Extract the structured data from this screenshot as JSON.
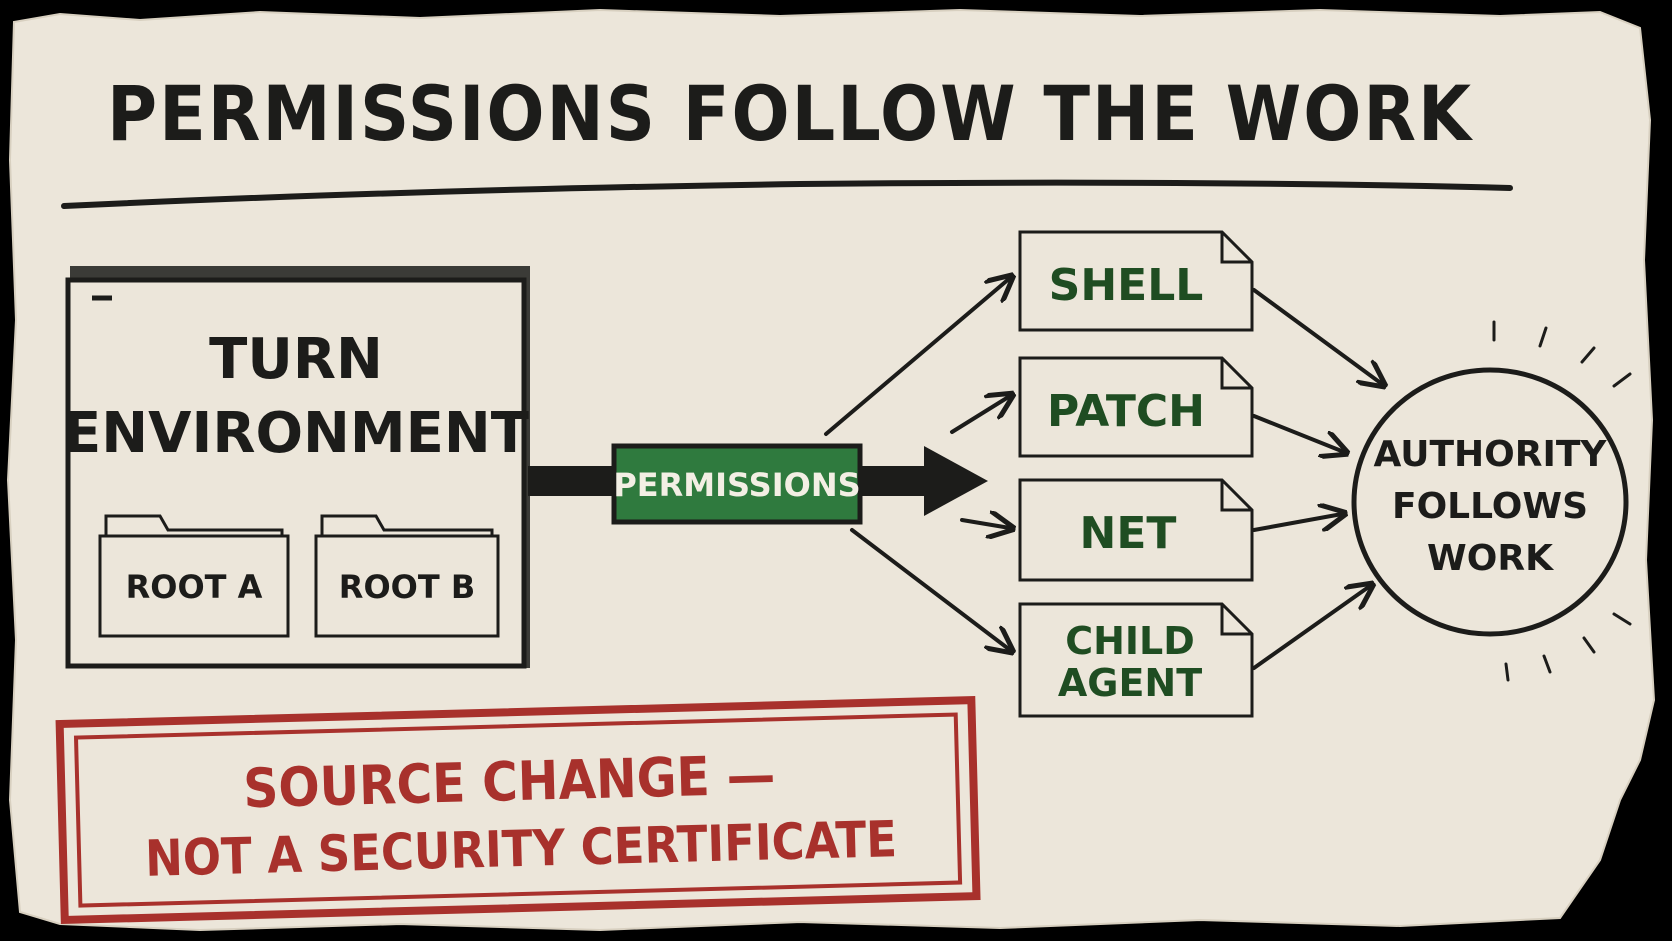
{
  "title": "PERMISSIONS FOLLOW THE WORK",
  "environment": {
    "title_line1": "TURN",
    "title_line2": "ENVIRONMENT",
    "roots": [
      "ROOT A",
      "ROOT B"
    ]
  },
  "permissions_label": "PERMISSIONS",
  "tools": [
    {
      "line1": "SHELL",
      "line2": ""
    },
    {
      "line1": "PATCH",
      "line2": ""
    },
    {
      "line1": "NET",
      "line2": ""
    },
    {
      "line1": "CHILD",
      "line2": "AGENT"
    }
  ],
  "authority": {
    "line1": "AUTHORITY",
    "line2": "FOLLOWS",
    "line3": "WORK"
  },
  "stamp": {
    "line1": "SOURCE  CHANGE —",
    "line2": "NOT A SECURITY CERTIFICATE"
  },
  "colors": {
    "paper": "#ece6da",
    "ink": "#1c1c1a",
    "green": "#2f7a3e",
    "green_text": "#1f4d22",
    "stamp_red": "#a8312c"
  }
}
